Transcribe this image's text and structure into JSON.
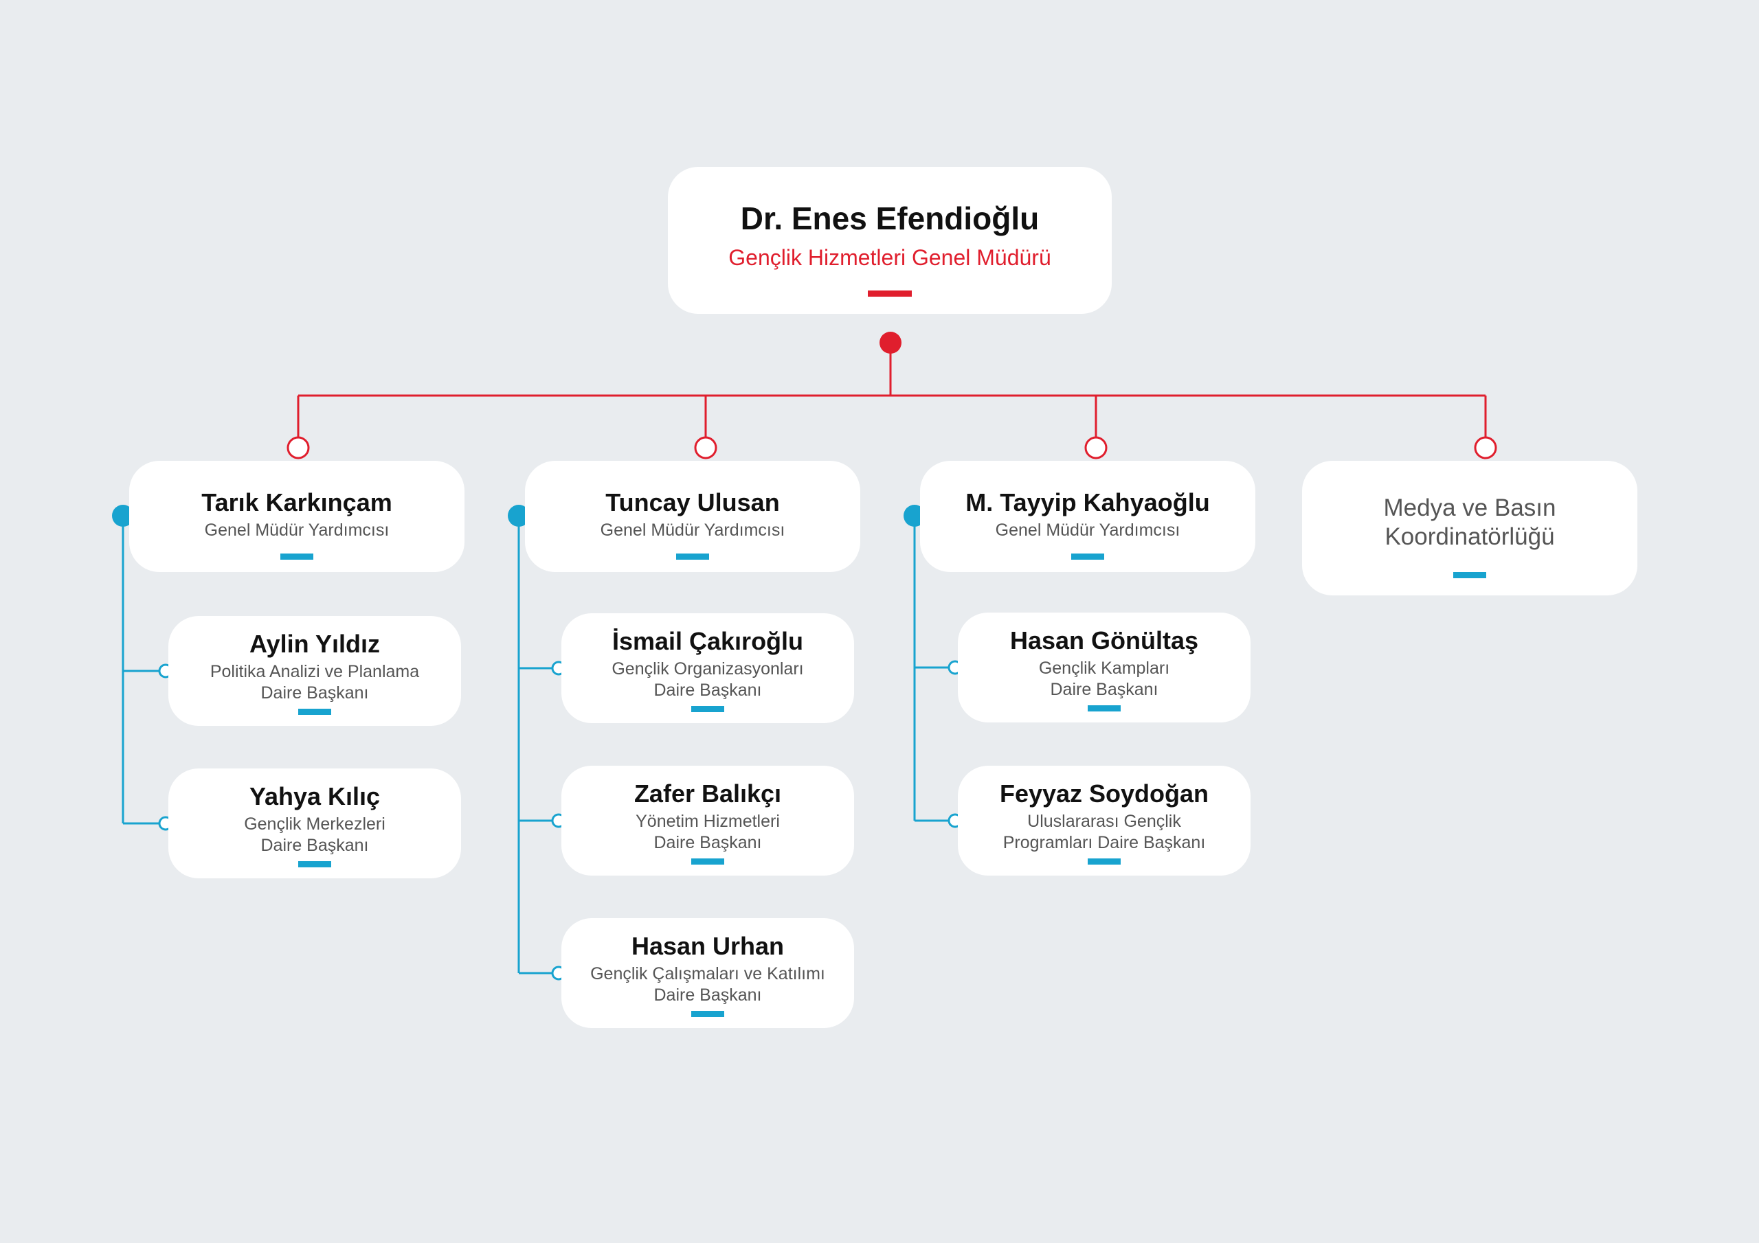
{
  "root": {
    "name": "Dr. Enes Efendioğlu",
    "title": "Gençlik Hizmetleri Genel Müdürü"
  },
  "coordination": {
    "title": "Medya ve Basın\nKoordinatörlüğü"
  },
  "branches": [
    {
      "manager": {
        "name": "Tarık Karkınçam",
        "title": "Genel Müdür Yardımcısı"
      },
      "departments": [
        {
          "name": "Aylin Yıldız",
          "title": "Politika Analizi ve Planlama\nDaire Başkanı"
        },
        {
          "name": "Yahya Kılıç",
          "title": "Gençlik Merkezleri\nDaire Başkanı"
        }
      ]
    },
    {
      "manager": {
        "name": "Tuncay Ulusan",
        "title": "Genel Müdür Yardımcısı"
      },
      "departments": [
        {
          "name": "İsmail Çakıroğlu",
          "title": "Gençlik Organizasyonları\nDaire Başkanı"
        },
        {
          "name": "Zafer Balıkçı",
          "title": "Yönetim Hizmetleri\nDaire Başkanı"
        },
        {
          "name": "Hasan Urhan",
          "title": "Gençlik Çalışmaları ve Katılımı\nDaire Başkanı"
        }
      ]
    },
    {
      "manager": {
        "name": "M. Tayyip Kahyaoğlu",
        "title": "Genel Müdür Yardımcısı"
      },
      "departments": [
        {
          "name": "Hasan Gönültaş",
          "title": "Gençlik Kampları\nDaire Başkanı"
        },
        {
          "name": "Feyyaz Soydoğan",
          "title": "Uluslararası Gençlik\nProgramları Daire Başkanı"
        }
      ]
    }
  ],
  "colors": {
    "red": "#e01e2d",
    "blue": "#18a3cf",
    "background": "#e9ecef",
    "card": "#ffffff"
  }
}
